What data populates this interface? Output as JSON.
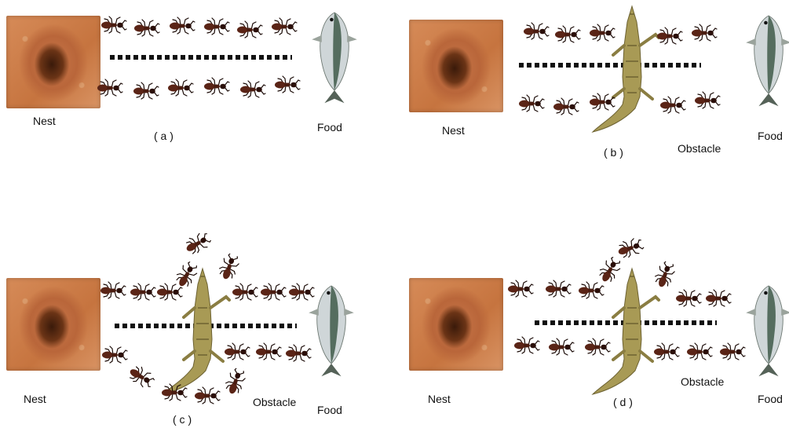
{
  "panels": [
    {
      "caption": "( a )",
      "nest_label": "Nest",
      "food_label": "Food"
    },
    {
      "caption": "( b )",
      "nest_label": "Nest",
      "food_label": "Food",
      "obstacle_label": "Obstacle"
    },
    {
      "caption": "( c )",
      "nest_label": "Nest",
      "food_label": "Food",
      "obstacle_label": "Obstacle"
    },
    {
      "caption": "( d )",
      "nest_label": "Nest",
      "food_label": "Food",
      "obstacle_label": "Obstacle"
    }
  ],
  "colors": {
    "ant": "#5a2416",
    "ant_dark": "#2a0e08",
    "croc": "#a89a55",
    "fish_back": "#3f5a4a",
    "fish_belly": "#d7dde0",
    "path": "#111111"
  }
}
